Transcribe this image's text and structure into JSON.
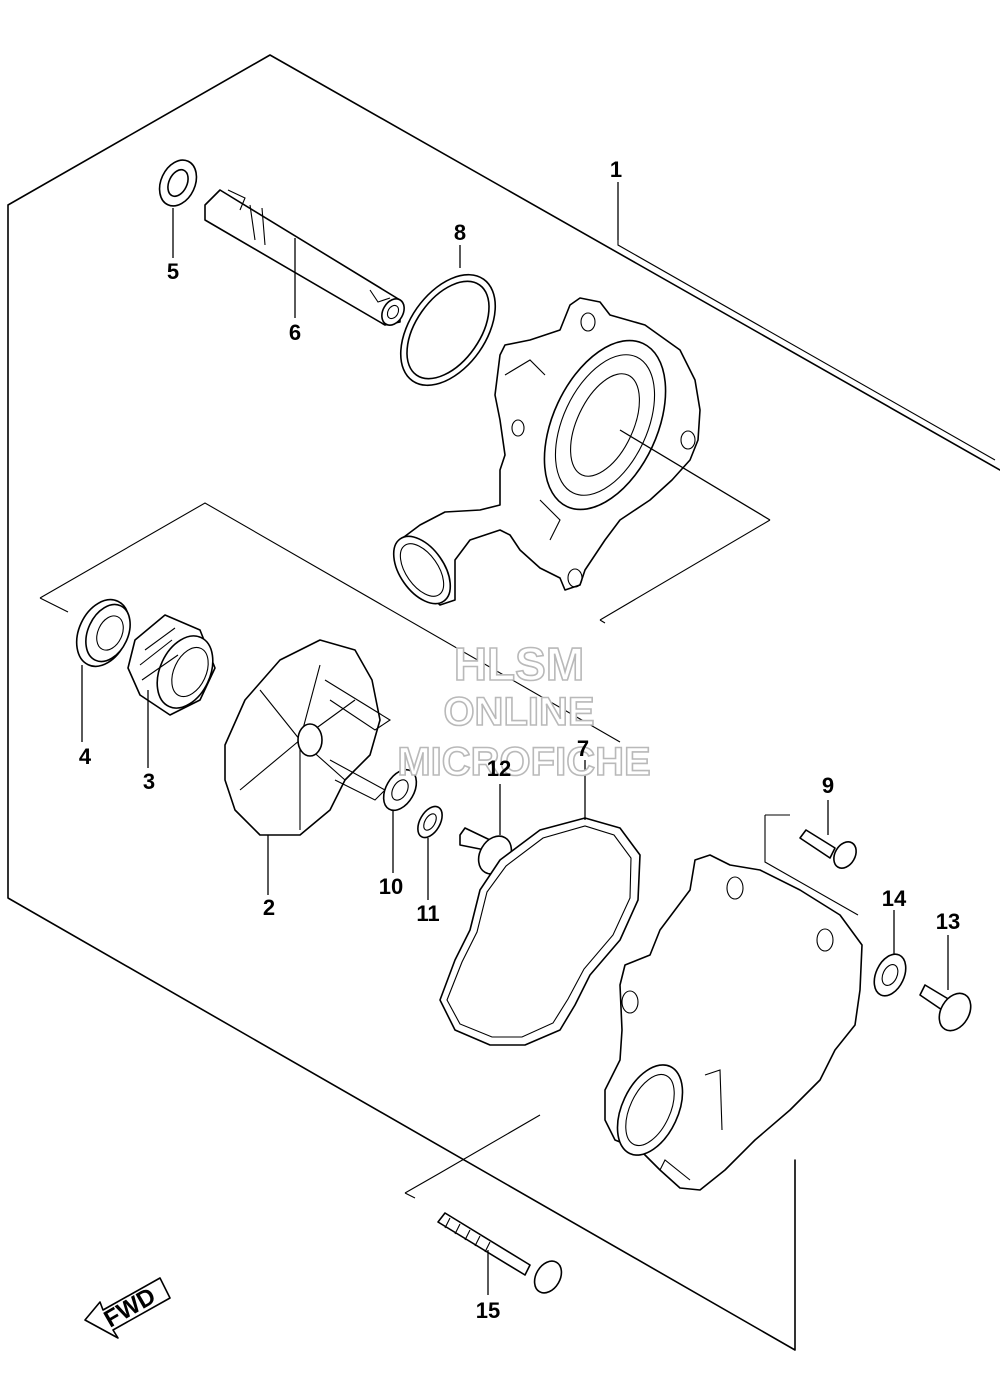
{
  "watermark": {
    "line1": "HLSM",
    "line2": "ONLINE",
    "line3": "MICROFICHE"
  },
  "direction_label": "FWD",
  "callouts": [
    {
      "id": "1",
      "text": "1"
    },
    {
      "id": "2",
      "text": "2"
    },
    {
      "id": "3",
      "text": "3"
    },
    {
      "id": "4",
      "text": "4"
    },
    {
      "id": "5",
      "text": "5"
    },
    {
      "id": "6",
      "text": "6"
    },
    {
      "id": "7",
      "text": "7"
    },
    {
      "id": "8",
      "text": "8"
    },
    {
      "id": "9",
      "text": "9"
    },
    {
      "id": "10",
      "text": "10"
    },
    {
      "id": "11",
      "text": "11"
    },
    {
      "id": "12",
      "text": "12"
    },
    {
      "id": "13",
      "text": "13"
    },
    {
      "id": "14",
      "text": "14"
    },
    {
      "id": "15",
      "text": "15"
    }
  ]
}
